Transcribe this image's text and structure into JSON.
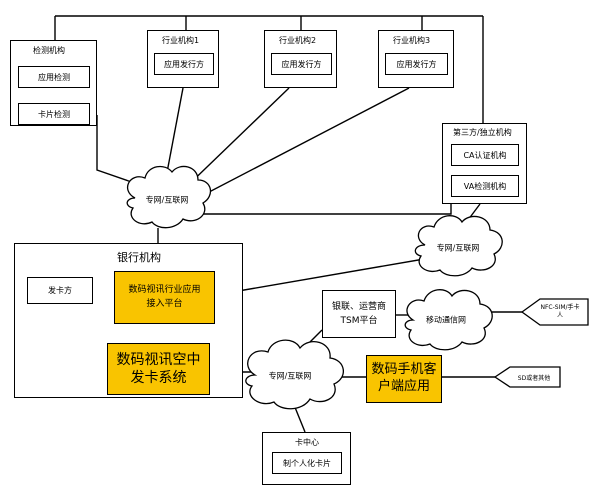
{
  "testing": {
    "title": "检测机构",
    "items": [
      "应用检测",
      "卡片检测"
    ]
  },
  "industry": [
    {
      "title": "行业机构1",
      "item": "应用发行方"
    },
    {
      "title": "行业机构2",
      "item": "应用发行方"
    },
    {
      "title": "行业机构3",
      "item": "应用发行方"
    }
  ],
  "third_party": {
    "title": "第三方/独立机构",
    "items": [
      "CA认证机构",
      "VA检测机构"
    ]
  },
  "clouds": {
    "top": "专网/互联网",
    "right": "专网/互联网",
    "center": "专网/互联网",
    "mobile": "移动通信网"
  },
  "bank": {
    "title": "银行机构",
    "issuer": "发卡方",
    "access_platform": "数码视讯行业应用\n接入平台",
    "ota_system": "数码视讯空中\n发卡系统"
  },
  "tsm": "银联、运营商\nTSM平台",
  "client_app": "数码手机客\n户端应用",
  "nfc_card": "NFC-SIM/手卡\n人",
  "sd_card": "SD或者其他",
  "card_center": {
    "title": "卡中心",
    "item": "制个人化卡片"
  },
  "colors": {
    "highlight": "#f9c400",
    "line": "#000000"
  }
}
